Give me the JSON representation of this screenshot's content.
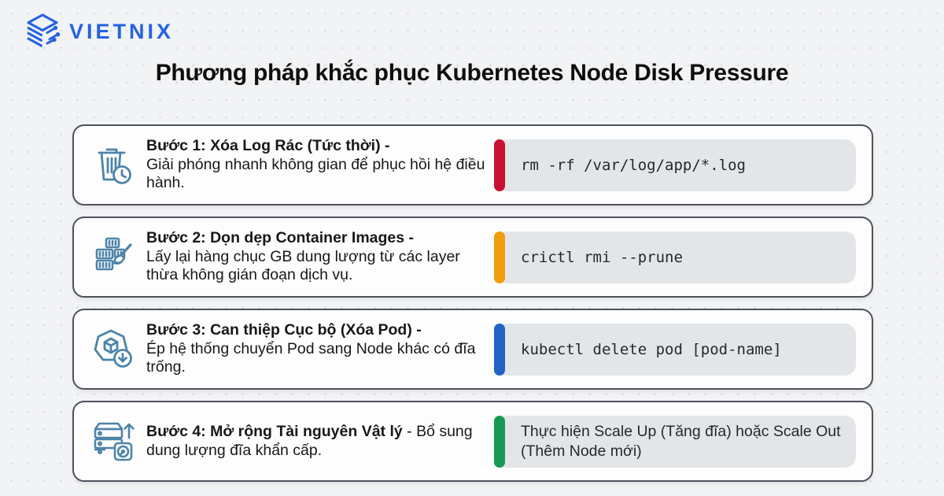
{
  "brand": {
    "name": "VIETNIX",
    "logo_icon": "stacked-layers-icon",
    "color": "#2563e0"
  },
  "title": "Phương pháp khắc phục Kubernetes Node Disk Pressure",
  "colors": {
    "background": "#f2f3f5",
    "card_border": "#4d525a",
    "code_background": "#e3e6e9",
    "icon_stroke": "#4e84a8",
    "title_text": "#0e0e0f"
  },
  "steps": [
    {
      "icon": "trash-clock-icon",
      "title": "Bước 1: Xóa Log Rác (Tức thời) -",
      "description": "Giải phóng nhanh không gian để phục hồi hệ điều hành.",
      "command": "rm -rf /var/log/app/*.log",
      "accent": "#c91233"
    },
    {
      "icon": "container-brush-icon",
      "title": "Bước 2: Dọn dẹp Container Images -",
      "description": "Lấy lại hàng chục GB dung lượng từ các layer thừa không gián đoạn dịch vụ.",
      "command": "crictl rmi --prune",
      "accent": "#f29d0e"
    },
    {
      "icon": "pod-download-icon",
      "title": "Bước 3: Can thiệp Cục bộ (Xóa Pod) -",
      "description": "Ép hệ thống chuyển Pod sang Node khác có đĩa trống.",
      "command": "kubectl delete pod [pod-name]",
      "accent": "#1f63c4"
    },
    {
      "icon": "server-scale-icon",
      "title": "Bước 4: Mở rộng Tài nguyên Vật lý",
      "description": "- Bổ sung dung lượng đĩa khẩn cấp.",
      "command": "Thực hiện Scale Up (Tăng đĩa) hoặc Scale Out (Thêm Node mới)",
      "accent": "#169a53"
    }
  ]
}
